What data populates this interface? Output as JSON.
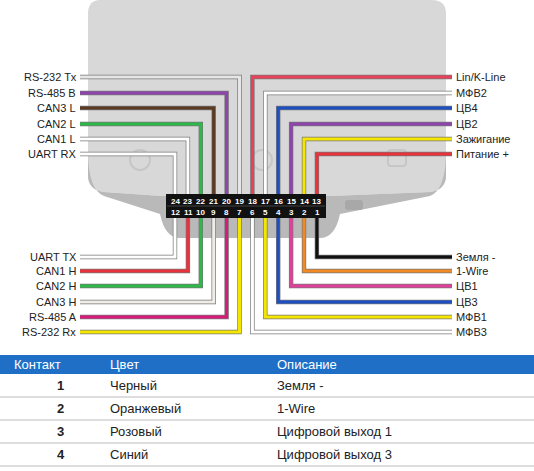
{
  "diagram": {
    "labels": [
      "RS-232 Tx",
      "RS-485 B",
      "CAN3 L",
      "CAN2 L",
      "CAN1 L",
      "UART RX",
      "Lin/K-Line",
      "МФВ2",
      "ЦВ4",
      "ЦВ2",
      "Зажигание",
      "Питание +",
      "24",
      "23",
      "22",
      "21",
      "20",
      "19",
      "18",
      "17",
      "16",
      "15",
      "14",
      "13",
      "12",
      "11",
      "10",
      "9",
      "8",
      "7",
      "6",
      "5",
      "4",
      "3",
      "2",
      "1",
      "UART TX",
      "CAN1 H",
      "CAN2 H",
      "CAN3 H",
      "RS-485 A",
      "RS-232 Rx",
      "Земля -",
      "1-Wire",
      "ЦВ1",
      "ЦВ3",
      "МФВ1",
      "МФВ3",
      "Контакт",
      "Цвет",
      "Описание",
      "1",
      "Черный",
      "Земля -",
      "2",
      "Оранжевый",
      "1-Wire",
      "3",
      "Розовый",
      "Цифровой выход 1",
      "4",
      "Синий",
      "Цифровой выход 3"
    ]
  }
}
